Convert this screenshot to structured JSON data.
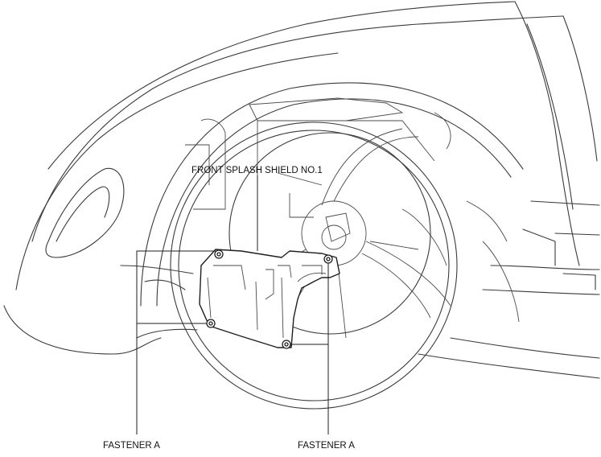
{
  "labels": {
    "splash_shield": "FRONT SPLASH SHIELD NO.1",
    "fastener_left": "FASTENER A",
    "fastener_right": "FASTENER A"
  }
}
